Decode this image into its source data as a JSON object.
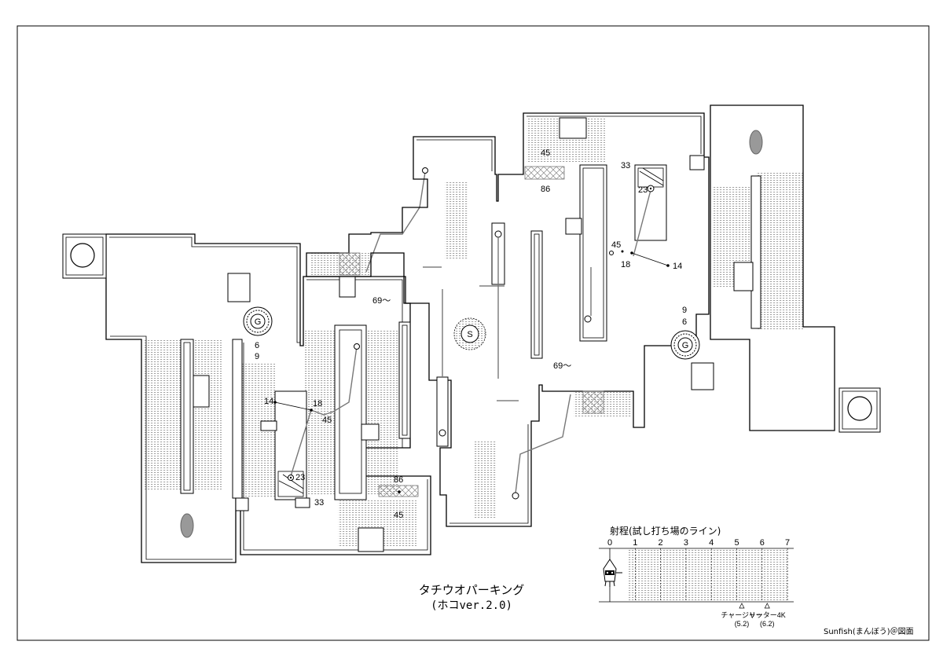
{
  "map": {
    "title": "タチウオパーキング",
    "subtitle": "(ホコver.2.0)",
    "credit": "Sunfish(まんぼう)＠図面",
    "spawn_label": "S",
    "goal_label": "G",
    "left_labels": {
      "n14": "14",
      "n18": "18",
      "n45": "45",
      "n23": "23",
      "n33": "33",
      "n86": "86",
      "n45b": "45",
      "n69": "69～",
      "n6": "6",
      "n9": "9"
    },
    "right_labels": {
      "n14": "14",
      "n18": "18",
      "n45": "45",
      "n23": "23",
      "n33": "33",
      "n86": "86",
      "n45b": "45",
      "n69": "69～",
      "n9": "9",
      "n6": "6"
    }
  },
  "range_scale": {
    "heading": "射程(試し打ち場のライン)",
    "ticks": [
      "0",
      "1",
      "2",
      "3",
      "4",
      "5",
      "6",
      "7"
    ],
    "markers": [
      {
        "name": "チャージャー",
        "value": "(5.2)",
        "position": 5.2
      },
      {
        "name": "リッター4K",
        "value": "(6.2)",
        "position": 6.2
      }
    ]
  },
  "colors": {
    "line": "#000000",
    "path": "#777777",
    "hatch": "#888888",
    "pad": "#999999"
  }
}
